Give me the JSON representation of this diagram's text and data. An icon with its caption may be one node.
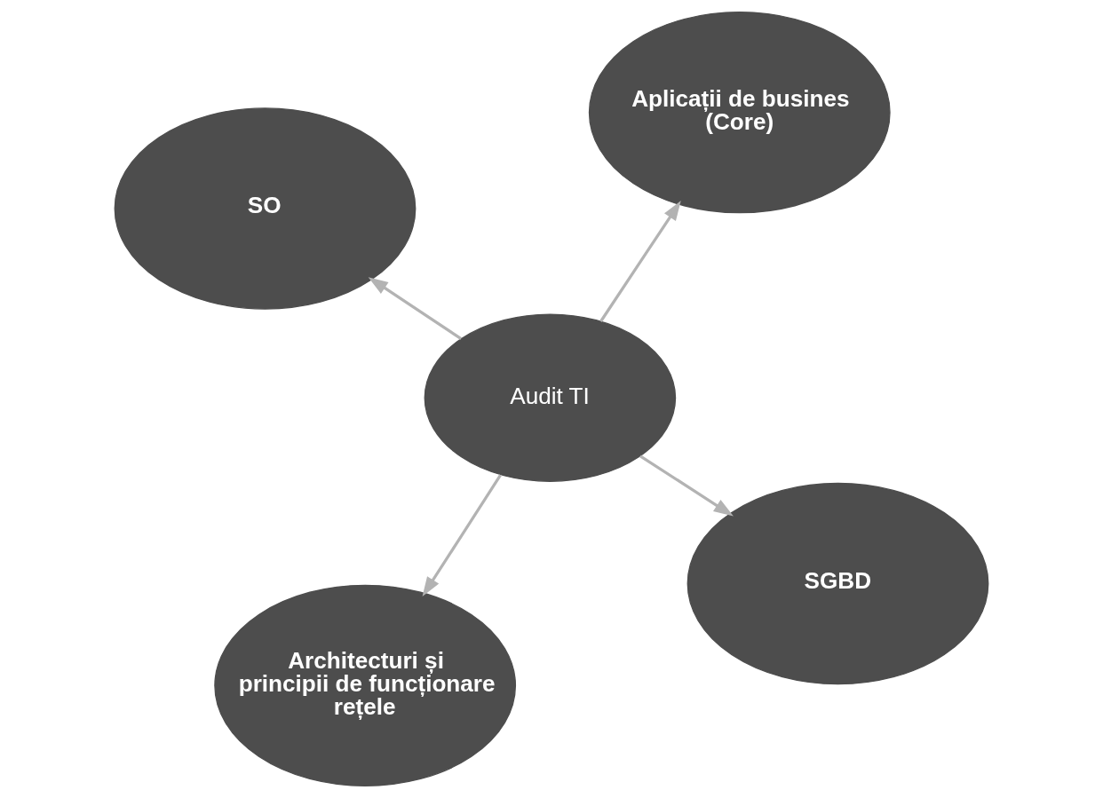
{
  "diagram": {
    "nodes": [
      {
        "text": [
          "Audit TI"
        ]
      },
      {
        "text": [
          "SGBD"
        ]
      },
      {
        "text": [
          "Architecturi și principii de funcționare rețele"
        ]
      },
      {
        "text": [
          "SO"
        ]
      },
      {
        "text": [
          "Aplicații de busines (Core)"
        ]
      }
    ],
    "edges": [
      {
        "from": 0,
        "to": 1,
        "arrow": "to"
      },
      {
        "from": 0,
        "to": 2,
        "arrow": "to"
      },
      {
        "from": 0,
        "to": 3,
        "arrow": "to"
      },
      {
        "from": 0,
        "to": 4,
        "arrow": "to"
      }
    ]
  }
}
